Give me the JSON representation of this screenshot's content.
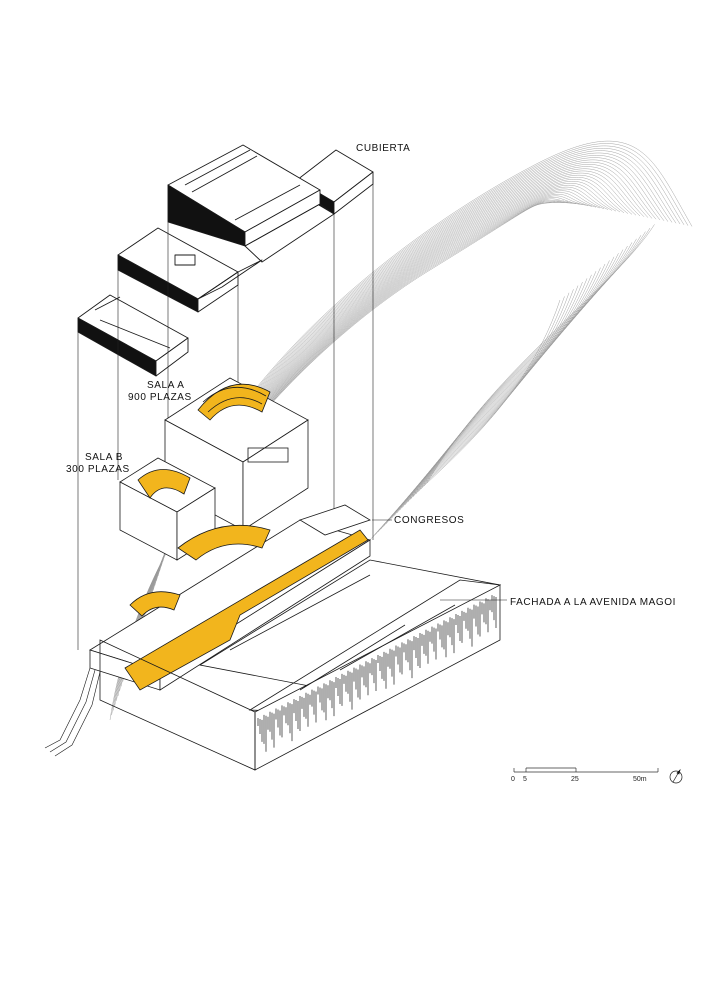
{
  "labels": {
    "cubierta": "CUBIERTA",
    "sala_a_name": "SALA A",
    "sala_a_capacity": "900 PLAZAS",
    "sala_b_name": "SALA B",
    "sala_b_capacity": "300 PLAZAS",
    "congresos": "CONGRESOS",
    "fachada": "FACHADA A LA AVENIDA MAGOI"
  },
  "scale_bar": {
    "ticks": [
      "0",
      "5",
      "25",
      "50m"
    ]
  },
  "north_arrow": {
    "icon": "north-arrow-icon"
  },
  "colors": {
    "line": "#1a1a1a",
    "accent": "#f2b51d",
    "roof_fill": "#111111",
    "background": "#ffffff"
  }
}
